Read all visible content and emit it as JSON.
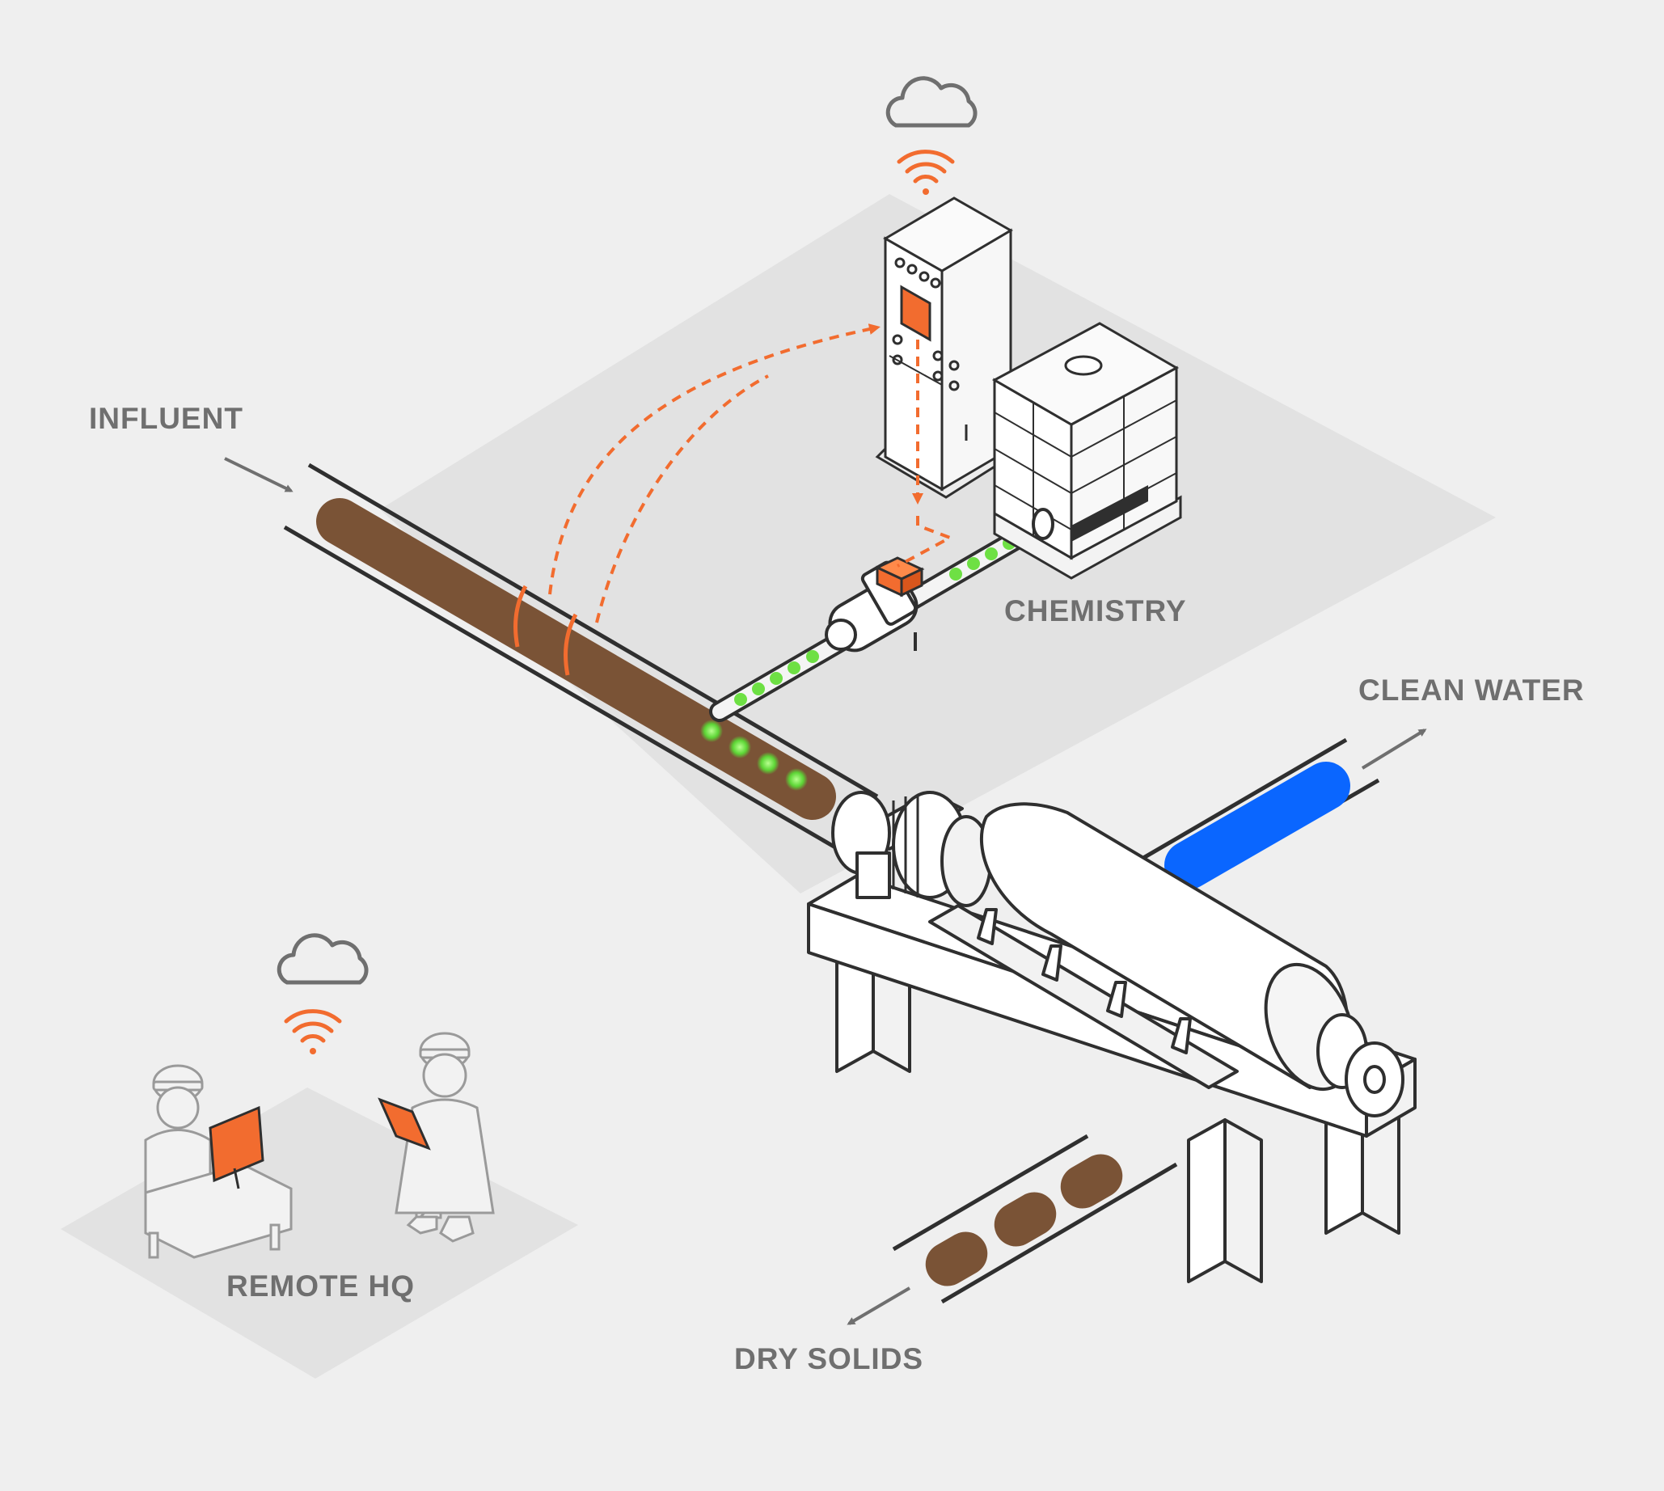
{
  "labels": {
    "influent": "INFLUENT",
    "chemistry": "CHEMISTRY",
    "clean_water": "CLEAN WATER",
    "dry_solids": "DRY SOLIDS",
    "remote_hq": "REMOTE HQ"
  },
  "colors": {
    "background": "#efefef",
    "floor": "#e2e2e2",
    "line": "#2f2f2f",
    "accent_orange": "#f26c2f",
    "sludge_brown": "#7a5336",
    "clean_water_blue": "#0a66ff",
    "dosing_green": "#6ee044",
    "label_gray": "#6f6f6f",
    "figure_gray": "#9a9a9a"
  },
  "icons": [
    "cloud-icon",
    "wifi-signal-icon",
    "arrow-icon"
  ]
}
